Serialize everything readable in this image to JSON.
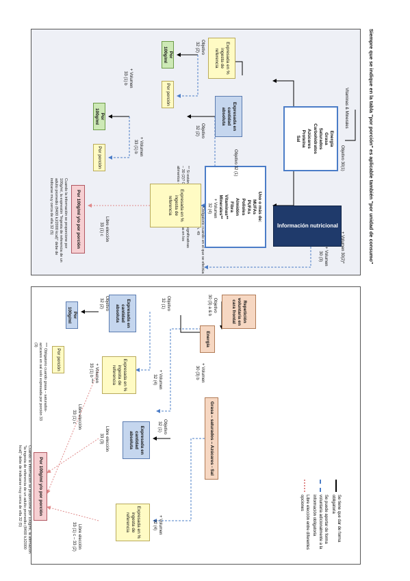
{
  "title": "Siempre que se indique en la tabla \"por porción\" es aplicable también \"por unidad de consumo\"",
  "left": {
    "info_box": "Información nutricional",
    "objetivo_301": "Objetivo 30(1)",
    "volumen_302": "+ Volumen 30(2)*",
    "volumen_30_3": "+ Volumen\n30 (3)",
    "list_energy": [
      "Energía",
      "Grasa",
      "Saturados",
      "Carbohidratos",
      "Azúcares",
      "Proteína",
      "Sal"
    ],
    "list_optional_title": "Uno o más de:",
    "list_optional": [
      "MUFAs",
      "PUFAs",
      "Polioles",
      "Almidón",
      "Fibra",
      "Vitaminas**",
      "Minerales**"
    ],
    "note_star": "*Obligatorio cuando en el que se efectúa la declaración. 49",
    "note_doublestar": "** Si están presentes en cantidades significativas – 30 (2)? Obligatorio cuando se afirma en los alimentos - 50",
    "objetivo_32_1": "Objetivo 32 (1)",
    "vit_min": "Vitaminas & Minerales",
    "expresada_cantidad": "Expresada en cantidad absoluta",
    "expresada_pct": "Expresada en % ingesta de referencia",
    "expresada_pct_small": "Expresada en % ingesta de referencia",
    "objetivo_32_2": "Objetivo\n32 (2)",
    "objetivo_32_2b": "Objetivo\n32 (2)",
    "volumen_32_4": "+ Volumen\n32 (4)",
    "volumen_33_1b": "+ Volumen\n33 (1) b",
    "volumen_33_1b2": "+ Volumen\n33 (1) b",
    "libre_33_1c": "Libre elección\n33 (1) c",
    "por100_a": "Por 100g/ml",
    "por100_b": "Por 100g/ml",
    "porcion_a": "Por porción",
    "porcion_b": "Por porción",
    "por100_porcion": "Por 100g/ml y/o por porción",
    "note_bottom": "Cuando la información se proporcione por 100g/ml, la expresión \"Ingesta de referencia de un adulto promedio (8400 kJ/2000 kcal)\" debe de indicarse muy cerca de ella 32 (5)"
  },
  "right": {
    "repeticion": "Repetición voluntaria en cara frontal",
    "objetivo_30_3ab": "Objetivo\n30 (3) a & b",
    "energia": "Energía",
    "volumen_30_3b": "+ Volumen\n30 (3) b",
    "grasa_box": "Grasa – saturados – Azúcares - Sal",
    "objetivo_32_1a": "Objetivo\n32 (1)",
    "objetivo_32_1b": "Objetivo\n32 (1)",
    "objetivo_32_2": "Objetivo\n32 (2)",
    "expresada_cantidad_a": "Expresada en cantidad absoluta",
    "expresada_cantidad_b": "Expresada en cantidad absoluta",
    "expresada_pct_a": "Expresada en % ingesta de referencia",
    "expresada_pct_b": "Expresada en % ingesta de referencia",
    "volumen_32_4a": "+ Volumen\n32 (4)",
    "volumen_32_4b": "+ Volumen\n32 (4)",
    "volumen_33_1b": "+ Volumen\n33 (1) b ***",
    "libre_33_1c": "Libre elección\n33 (1) c",
    "libre_33_1c_33_2": "Libre elección\n33 (1) c – 33 (2)",
    "libre_33_3": "Libre elección\n33 (3)",
    "por100": "Por 100g/ml",
    "porcion": "Por porción",
    "por100_porcion": "Por 100g/ml y/o por porción",
    "note_triple": "*** Obligatorio cuando grasa – saturados- azúcares en sal solo expresada por porción 33 (3)",
    "note_bottom": "Cuando la información se proporcione por 100g/ml, la afirmación \"la ingesta de referencia de un adulto promedio (8400 kJ/2000 kcal)\" debe de indicarse muy cerca de ella 32 (5)"
  },
  "legend": [
    {
      "label": "Se tiene que dar de forma obligatoria",
      "style": "solid",
      "color": "#000000"
    },
    {
      "label": "Se puede aportar de forma voluntaria adicionalmente a la información obligatoria",
      "style": "dashed",
      "color": "#4a7cc7"
    },
    {
      "label": "Libre elección entre diferentes opciones",
      "style": "dotted",
      "color": "#e08a8a"
    }
  ]
}
